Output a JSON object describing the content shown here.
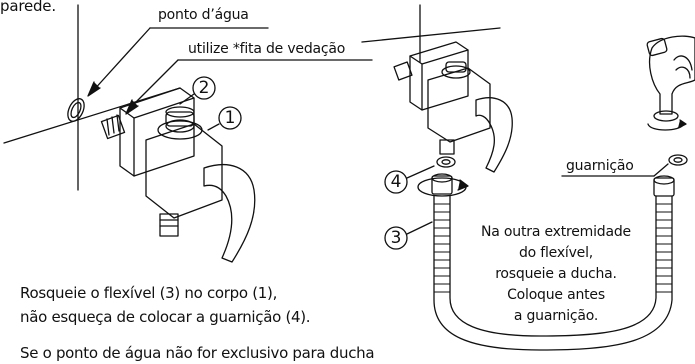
{
  "top_cut_text": "parede.",
  "labels": {
    "water_point": "ponto d’água",
    "seal_tape": "utilize *fita de vedação",
    "gasket": "guarnição"
  },
  "callouts": {
    "n1": "1",
    "n2": "2",
    "n3": "3",
    "n4": "4"
  },
  "instructions": {
    "line1": "Rosqueie o flexível (3) no corpo (1),",
    "line2": "não esqueça de colocar a guarnição (4).",
    "line3": "Se o ponto de água não for exclusivo para ducha"
  },
  "hose_note": {
    "lines": [
      "Na outra extremidade",
      "do flexível,",
      "rosqueie a ducha.",
      "Coloque antes",
      "a guarnição."
    ]
  }
}
